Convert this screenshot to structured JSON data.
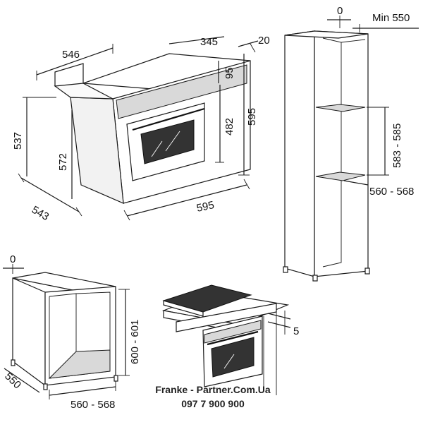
{
  "oven": {
    "width_top": "546",
    "depth_top": "345",
    "gap_top": "20",
    "panel": "95",
    "door_height": "482",
    "total_height": "595",
    "height_side": "537",
    "inner_height": "572",
    "depth_bottom": "543",
    "width_bottom": "595"
  },
  "column": {
    "gap": "0",
    "min_depth": "Min 550",
    "niche_height": "583 - 585",
    "niche_width": "560 - 568"
  },
  "base_cabinet": {
    "gap": "0",
    "niche_height": "600 - 601",
    "depth": "550",
    "niche_width": "560 - 568"
  },
  "under_hob": {
    "gap": "5"
  },
  "brand": {
    "site": "Franke - Partner.Com.Ua",
    "phone": "097 7 900 900"
  }
}
